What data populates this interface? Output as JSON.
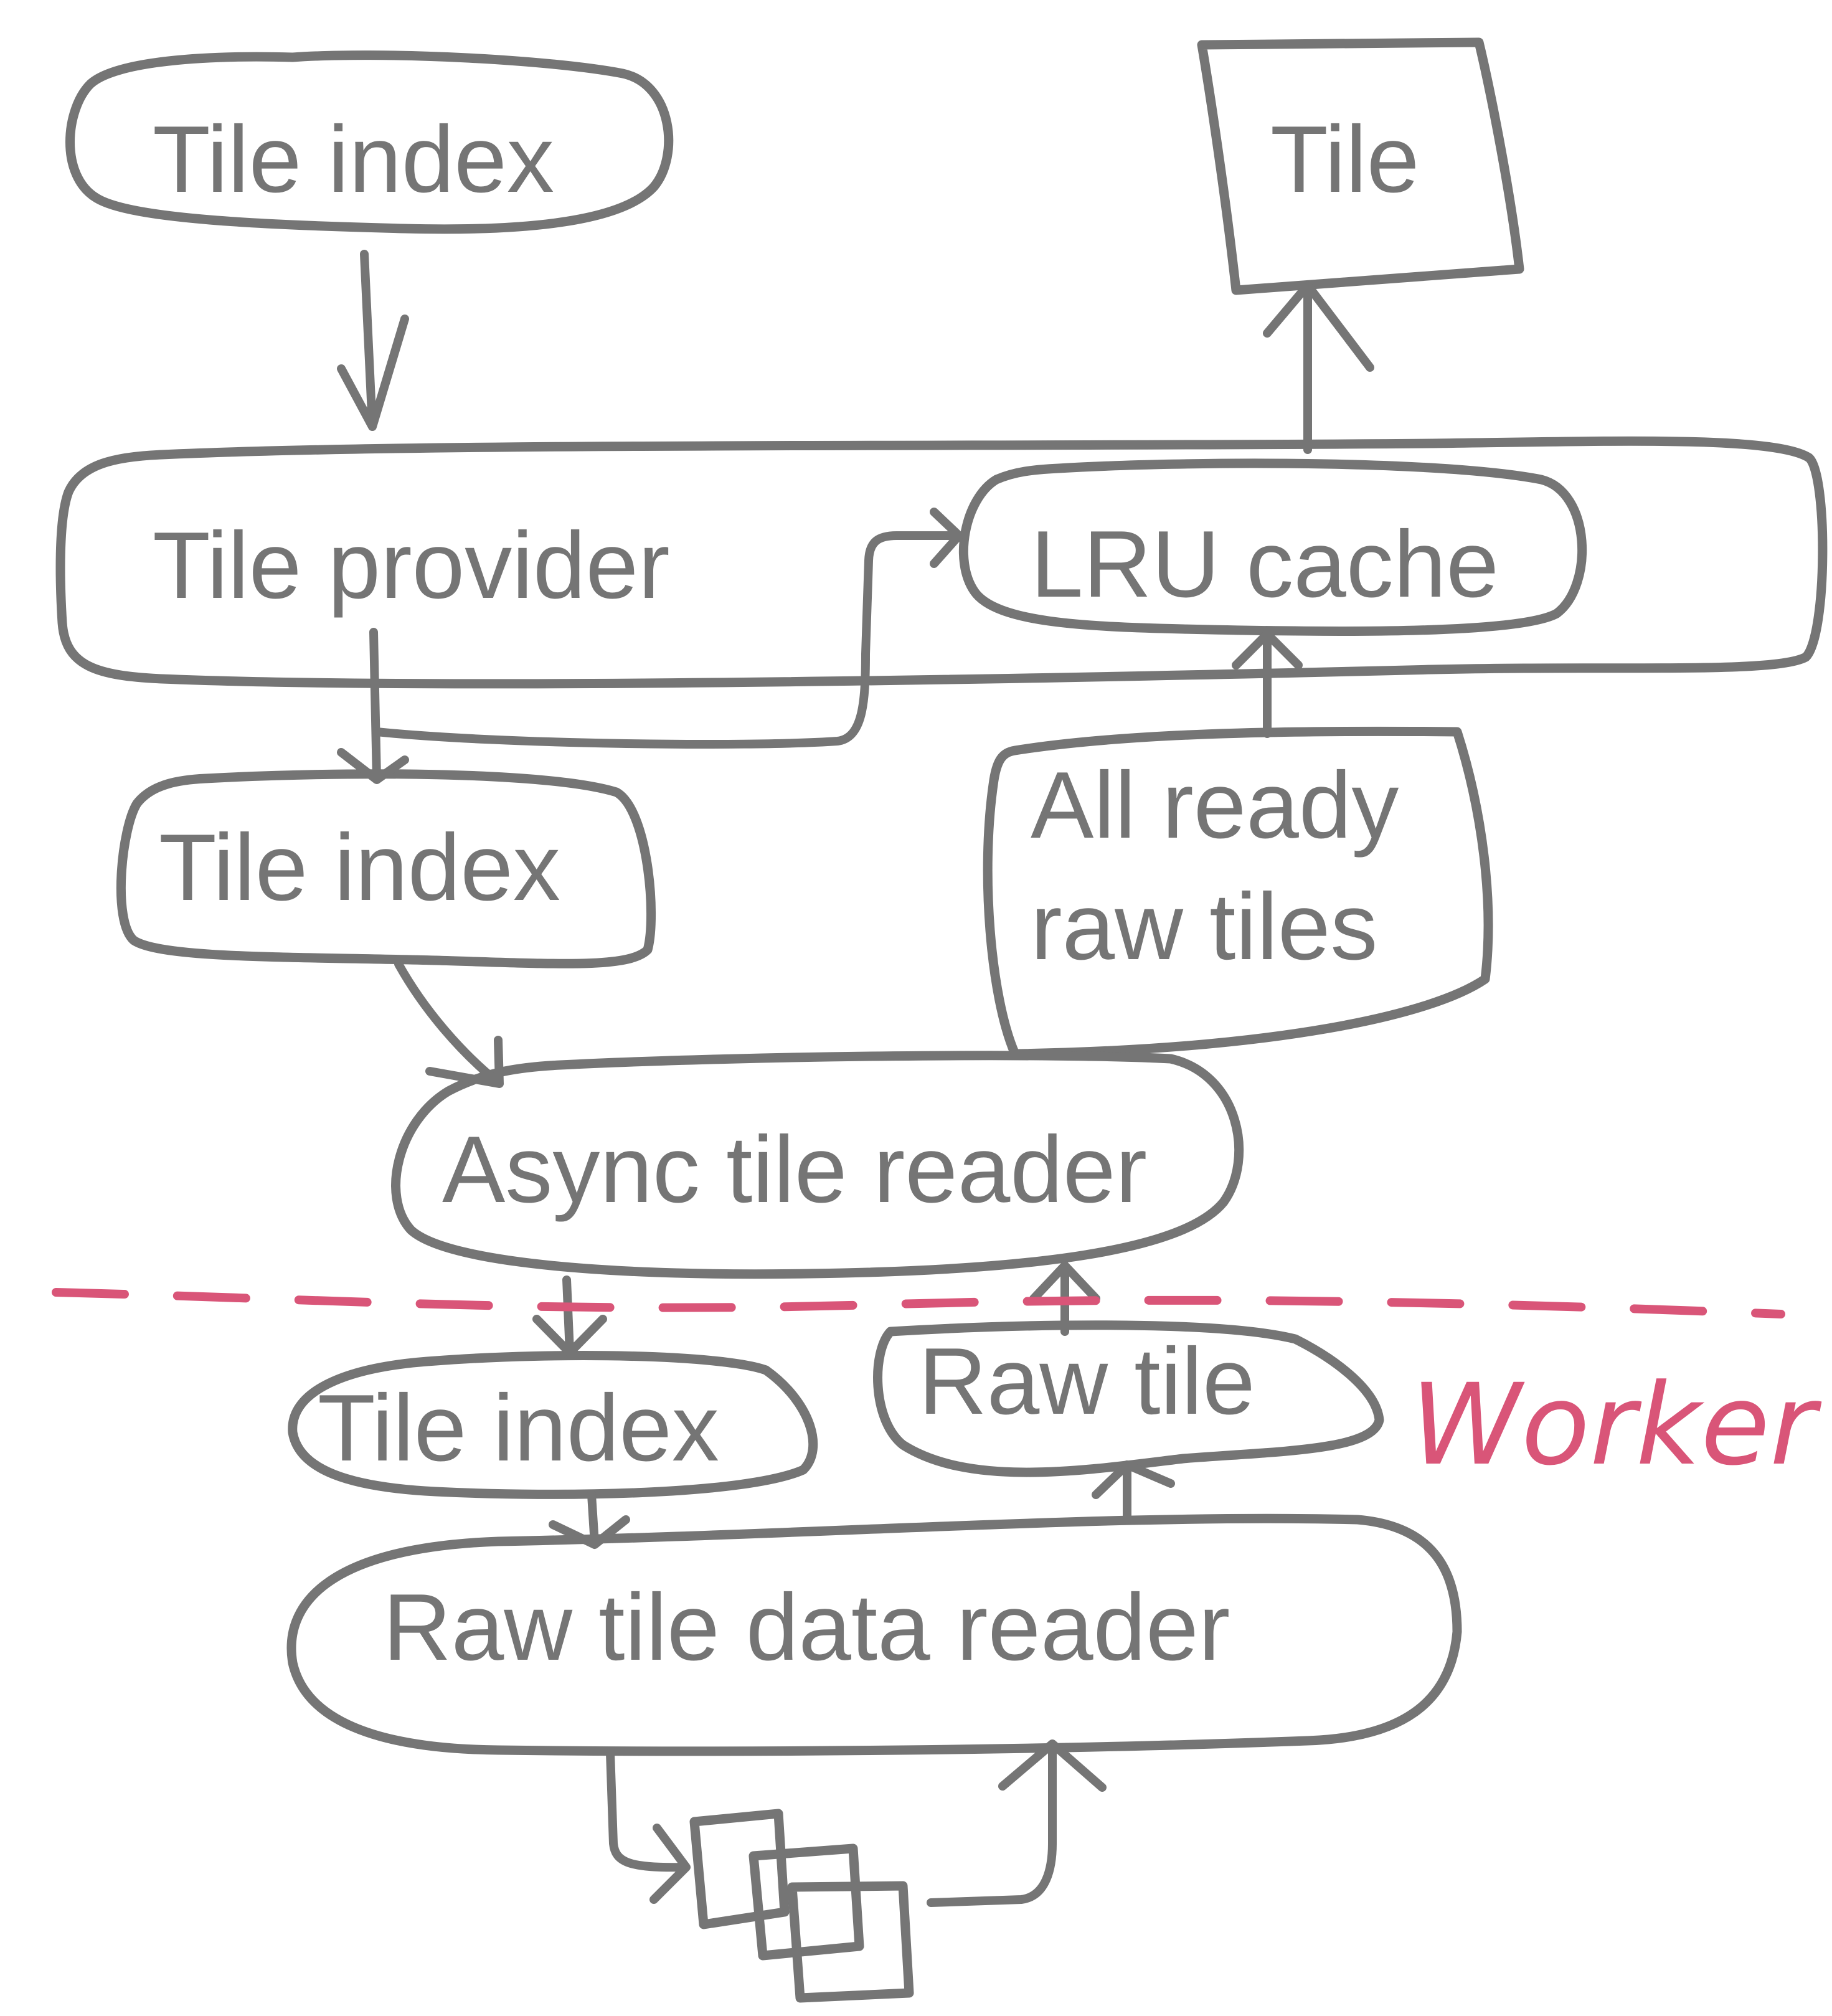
{
  "colors": {
    "ink": "#757575",
    "boundary": "#d95578",
    "background": "#ffffff"
  },
  "nodes": {
    "tile_index_top": "Tile index",
    "tile": "Tile",
    "tile_provider": "Tile provider",
    "lru_cache": "LRU cache",
    "tile_index_mid": "Tile index",
    "all_ready_raw_tiles_line1": "All ready",
    "all_ready_raw_tiles_line2": "raw tiles",
    "async_tile_reader": "Async tile reader",
    "tile_index_worker": "Tile index",
    "raw_tile": "Raw tile",
    "raw_tile_data_reader": "Raw tile data reader"
  },
  "boundary": {
    "label": "Worker"
  }
}
